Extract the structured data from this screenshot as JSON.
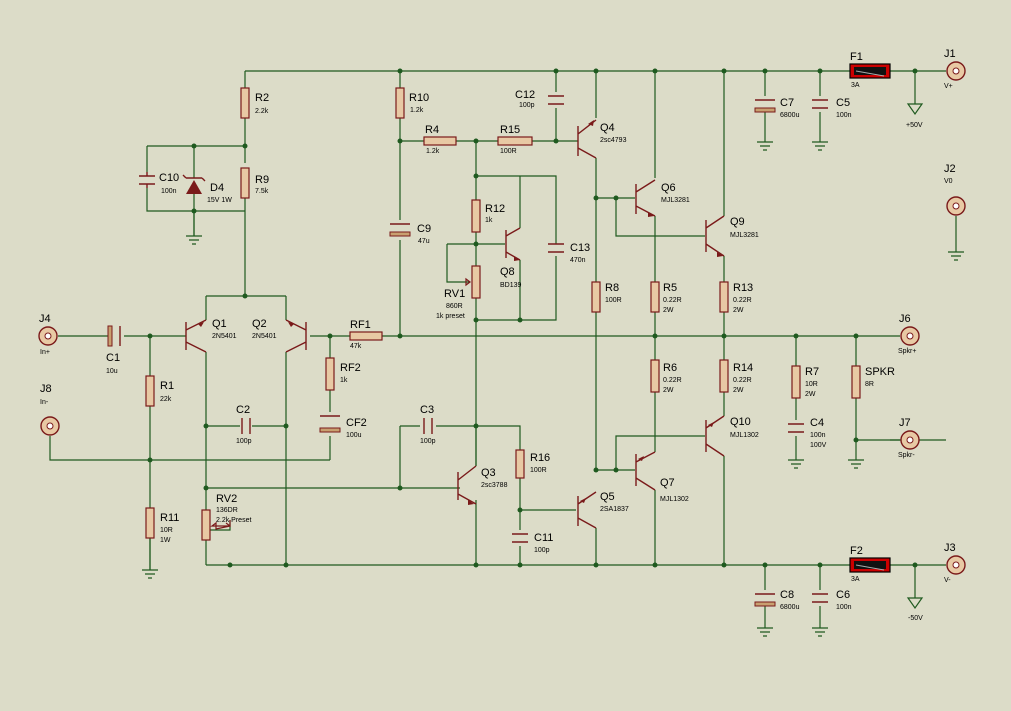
{
  "labels": {
    "R2": "R2",
    "R2v": "2.2k",
    "R9": "R9",
    "R9v": "7.5k",
    "C10": "C10",
    "C10v": "100n",
    "D4": "D4",
    "D4v": "15V 1W",
    "R10": "R10",
    "R10v": "1.2k",
    "R4": "R4",
    "R4v": "1.2k",
    "R15": "R15",
    "R15v": "100R",
    "C12": "C12",
    "C12v": "100p",
    "Q4": "Q4",
    "Q4v": "2sc4793",
    "R12": "R12",
    "R12v": "1k",
    "C9": "C9",
    "C9v": "47u",
    "Q8": "Q8",
    "Q8v": "BD139",
    "RV1": "RV1",
    "RV1v": "860R",
    "RV1v2": "1k preset",
    "C13": "C13",
    "C13v": "470n",
    "Q6": "Q6",
    "Q6v": "MJL3281",
    "Q9": "Q9",
    "Q9v": "MJL3281",
    "R8": "R8",
    "R8v": "100R",
    "R5": "R5",
    "R5v": "0.22R",
    "R5w": "2W",
    "R13": "R13",
    "R13v": "0.22R",
    "R13w": "2W",
    "C7": "C7",
    "C7v": "6800u",
    "C5": "C5",
    "C5v": "100n",
    "F1": "F1",
    "F1v": "3A",
    "J1": "J1",
    "J1v": "V+",
    "pos50": "+50V",
    "J2": "J2",
    "J2v": "V0",
    "J4": "J4",
    "J4v": "In+",
    "C1": "C1",
    "C1v": "10u",
    "Q1": "Q1",
    "Q1v": "2N5401",
    "Q2": "Q2",
    "Q2v": "2N5401",
    "RF1": "RF1",
    "RF1v": "47k",
    "J6": "J6",
    "J6v": "Spkr+",
    "J8": "J8",
    "J8v": "In-",
    "R1": "R1",
    "R1v": "22k",
    "RF2": "RF2",
    "RF2v": "1k",
    "C2": "C2",
    "C2v": "100p",
    "CF2": "CF2",
    "CF2v": "100u",
    "C3": "C3",
    "C3v": "100p",
    "R6": "R6",
    "R6v": "0.22R",
    "R6w": "2W",
    "R14": "R14",
    "R14v": "0.22R",
    "R14w": "2W",
    "R7": "R7",
    "R7v": "10R",
    "R7w": "2W",
    "SPKR": "SPKR",
    "SPKRv": "8R",
    "C4": "C4",
    "C4v": "100n",
    "C4w": "100V",
    "J7": "J7",
    "J7v": "Spkr-",
    "Q10": "Q10",
    "Q10v": "MJL1302",
    "Q3": "Q3",
    "Q3v": "2sc3788",
    "R16": "R16",
    "R16v": "100R",
    "Q7": "Q7",
    "Q7v": "MJL1302",
    "Q5": "Q5",
    "Q5v": "2SA1837",
    "RV2": "RV2",
    "RV2v": "136DR",
    "RV2v2": "2.2k Preset",
    "R11": "R11",
    "R11v": "10R",
    "R11w": "1W",
    "C11": "C11",
    "C11v": "100p",
    "C8": "C8",
    "C8v": "6800u",
    "C6": "C6",
    "C6v": "100n",
    "F2": "F2",
    "F2v": "3A",
    "J3": "J3",
    "J3v": "V-",
    "neg50": "-50V"
  },
  "colors": {
    "background": "#dcdcc8",
    "wire": "#1f5a1f",
    "component": "#7a1a1a",
    "body_fill": "#e8c9a4",
    "fuse_fill": "#cc0000"
  }
}
